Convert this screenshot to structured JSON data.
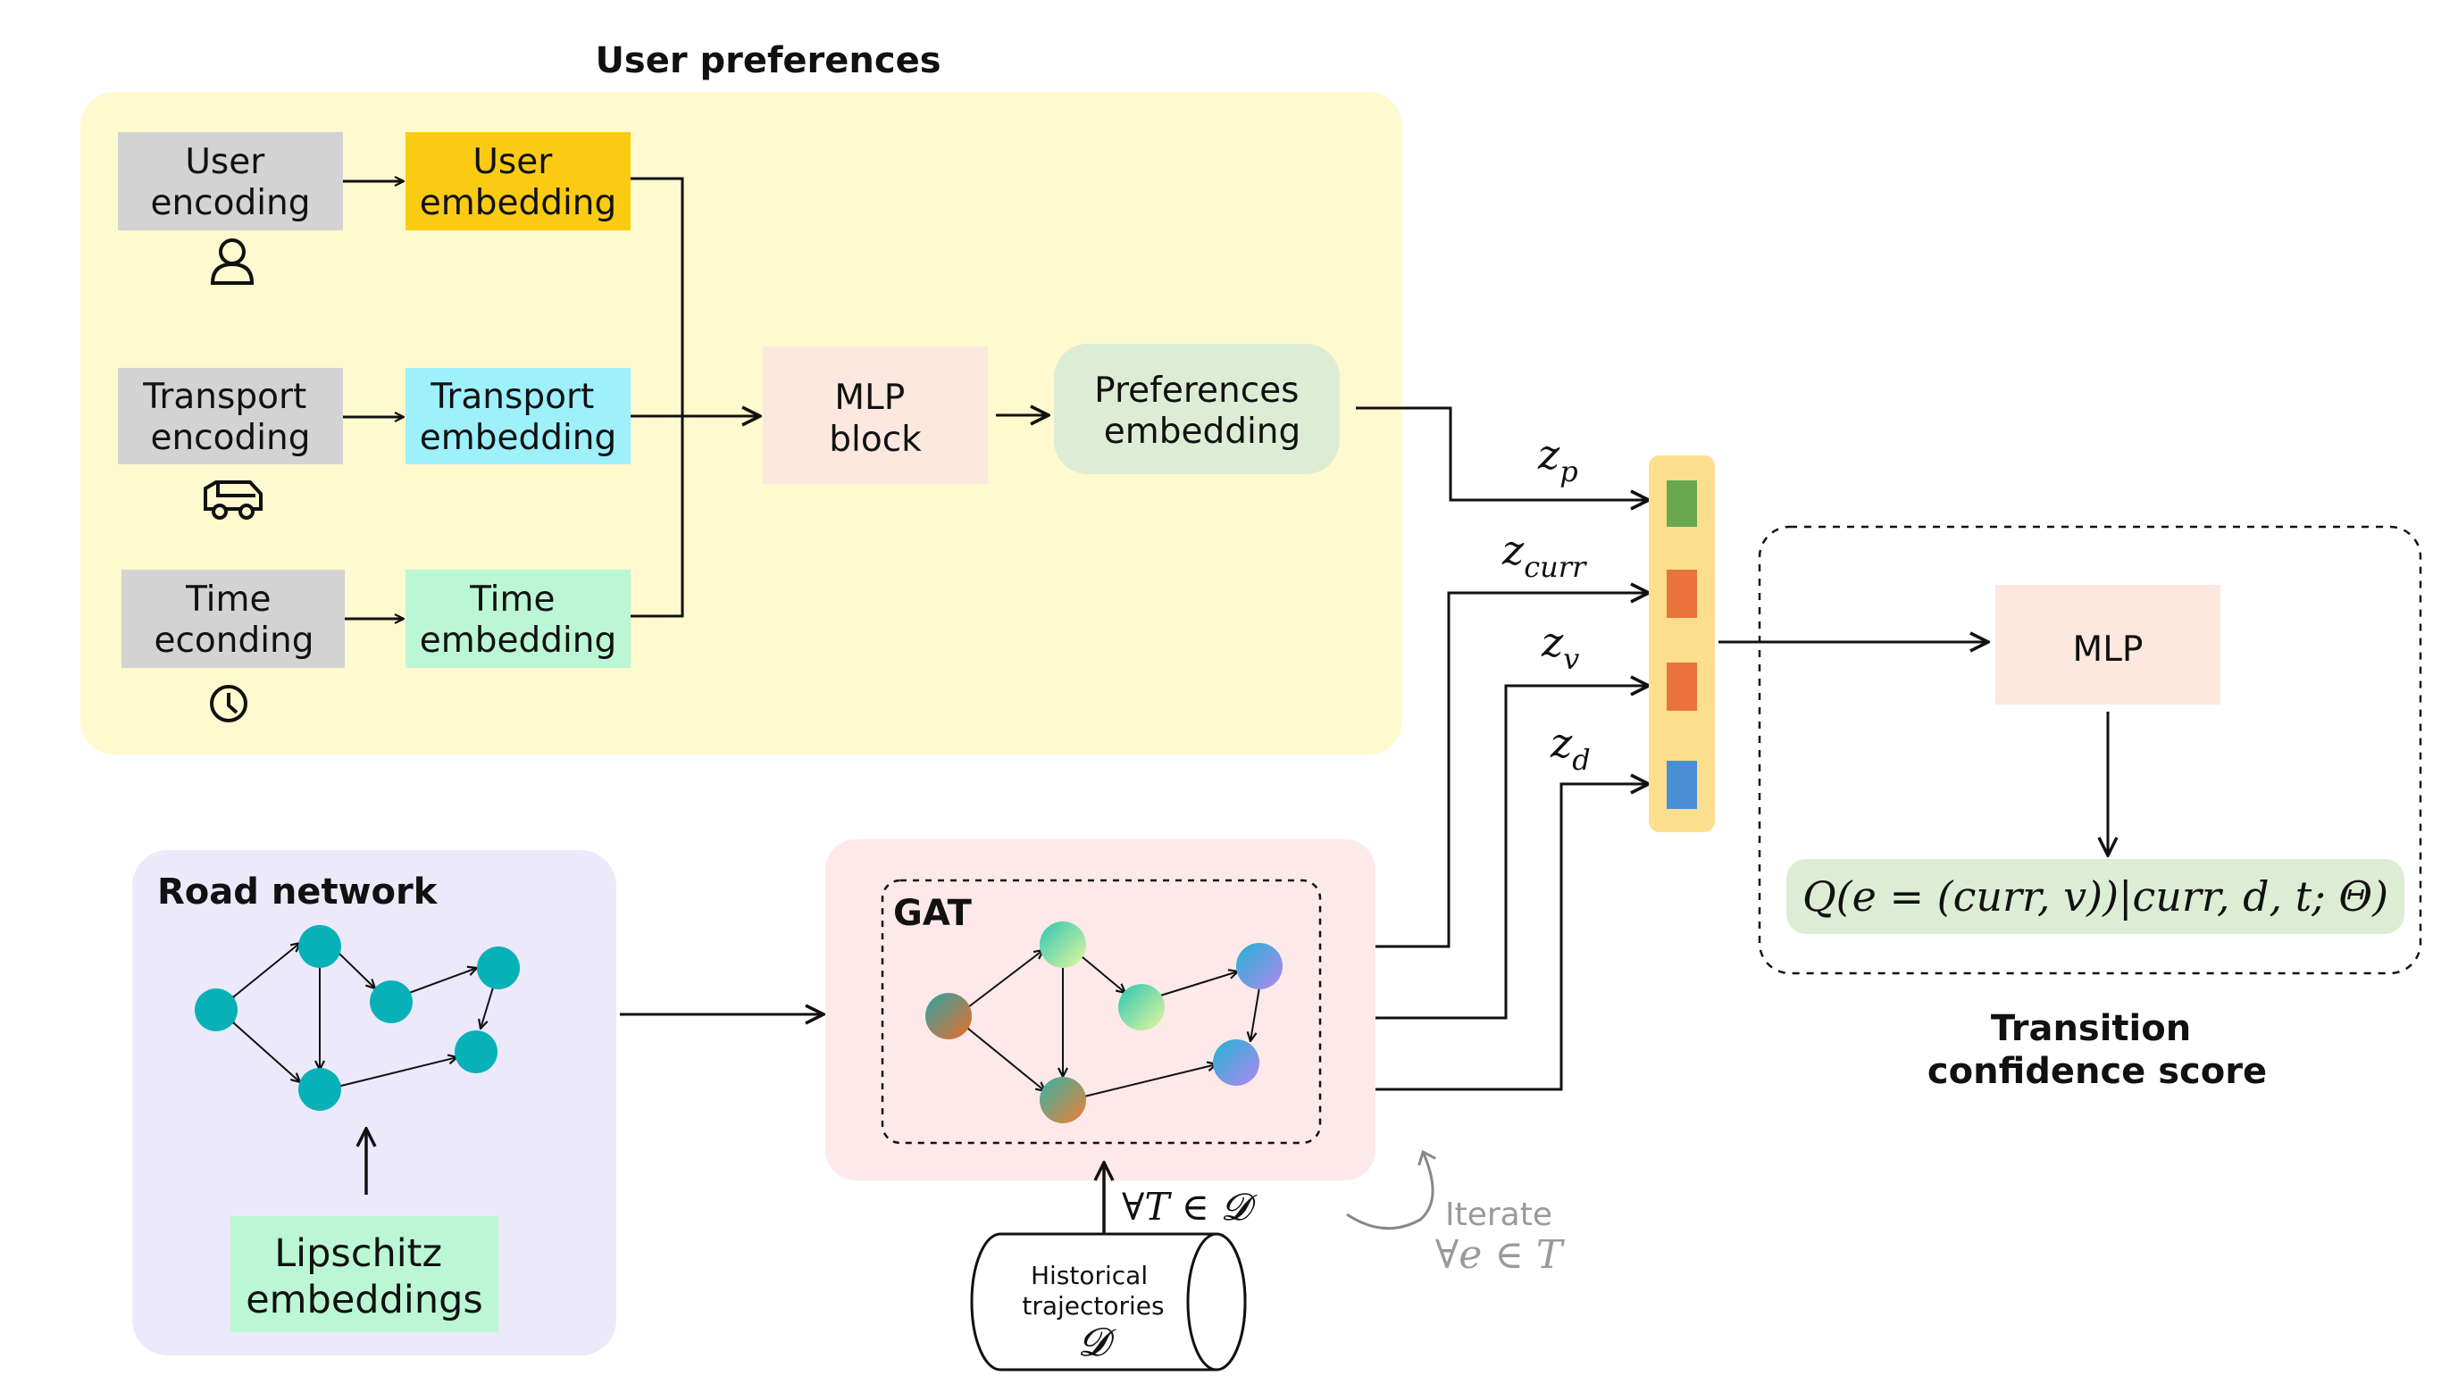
{
  "colors": {
    "user_pref_bg": "#FFF9CF",
    "encoding_box": "#D3D3D3",
    "user_embedding": "#FBCB13",
    "transport_embedding": "#9EF0FB",
    "time_embedding": "#BBF7D5",
    "mlp_block": "#FCE8DE",
    "preferences_embedding": "#DDEDD5",
    "road_network_bg": "#ECE9FB",
    "node_teal": "#08B1B7",
    "lipschitz_box": "#BBF7D5",
    "gat_bg": "#FDE9EA",
    "concat_bar": "#FBDE8E",
    "slot_green": "#6AA84F",
    "slot_orange": "#E9733A",
    "slot_blue": "#4A8FD6",
    "mlp_right": "#FCE8DE",
    "q_box": "#DDEDD5"
  },
  "user_preferences": {
    "title": "User preferences",
    "user_encoding": [
      "User",
      "encoding"
    ],
    "user_embedding": [
      "User",
      "embedding"
    ],
    "transport_encoding": [
      "Transport",
      "encoding"
    ],
    "transport_embedding": [
      "Transport",
      "embedding"
    ],
    "time_encoding": [
      "Time",
      "econding"
    ],
    "time_embedding": [
      "Time",
      "embedding"
    ],
    "mlp_block": [
      "MLP",
      "block"
    ],
    "preferences_embedding": [
      "Preferences",
      "embedding"
    ],
    "icons": [
      "user-icon",
      "car-icon",
      "clock-icon"
    ]
  },
  "road_network": {
    "title": "Road network",
    "lipschitz": [
      "Lipschitz",
      "embeddings"
    ]
  },
  "gat": {
    "title": "GAT",
    "for_all_label": "∀T ∈ 𝓓"
  },
  "historical": {
    "lines": [
      "Historical",
      "trajectories"
    ],
    "symbol": "𝓓"
  },
  "iterate": {
    "label": "Iterate",
    "math": "∀e ∈ T"
  },
  "z_labels": {
    "zp": {
      "base": "z",
      "sub": "p"
    },
    "zcurr": {
      "base": "z",
      "sub": "curr"
    },
    "zv": {
      "base": "z",
      "sub": "v"
    },
    "zd": {
      "base": "z",
      "sub": "d"
    }
  },
  "transition": {
    "mlp": "MLP",
    "formula": "Q(e = (curr, v))|curr, d, t; Θ)",
    "title": [
      "Transition",
      "confidence score"
    ]
  }
}
